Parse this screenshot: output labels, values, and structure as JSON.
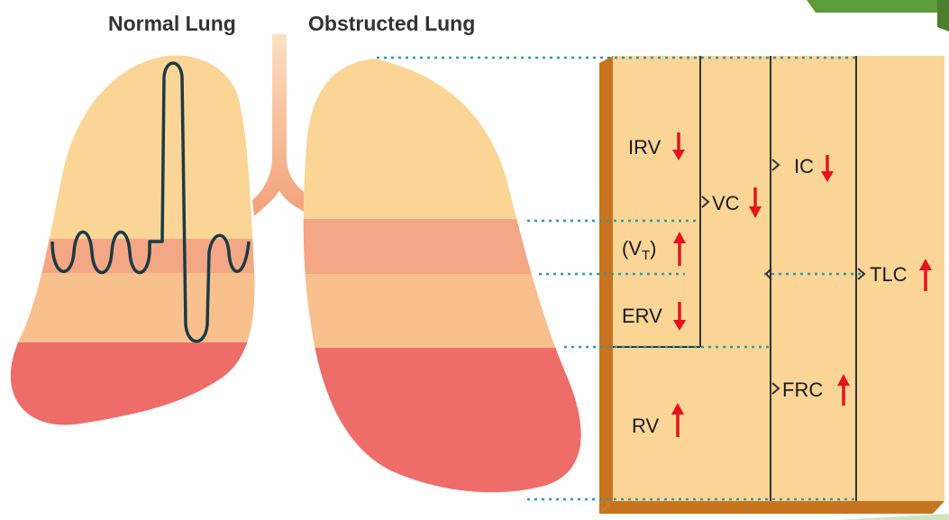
{
  "titles": {
    "normal": "Normal Lung",
    "obstructed": "Obstructed Lung"
  },
  "volumes": {
    "irv": {
      "label": "IRV",
      "trend": "down"
    },
    "vt": {
      "label": "(V",
      "sub": "T",
      "close": ")",
      "trend": "up"
    },
    "erv": {
      "label": "ERV",
      "trend": "down"
    },
    "rv": {
      "label": "RV",
      "trend": "up"
    },
    "vc": {
      "label": "VC",
      "trend": "down"
    },
    "ic": {
      "label": "IC",
      "trend": "down"
    },
    "frc": {
      "label": "FRC",
      "trend": "up"
    },
    "tlc": {
      "label": "TLC",
      "trend": "up"
    }
  },
  "colors": {
    "lung_light": "#fbd596",
    "lung_mid": "#f5b886",
    "lung_deep": "#f08a76",
    "lung_red": "#ee6a68",
    "box_face": "#fbd596",
    "box_edge": "#c8741f",
    "arrow_red": "#e8121c",
    "dotted": "#2f9aa4",
    "corner_green": "#5e9b3a"
  }
}
